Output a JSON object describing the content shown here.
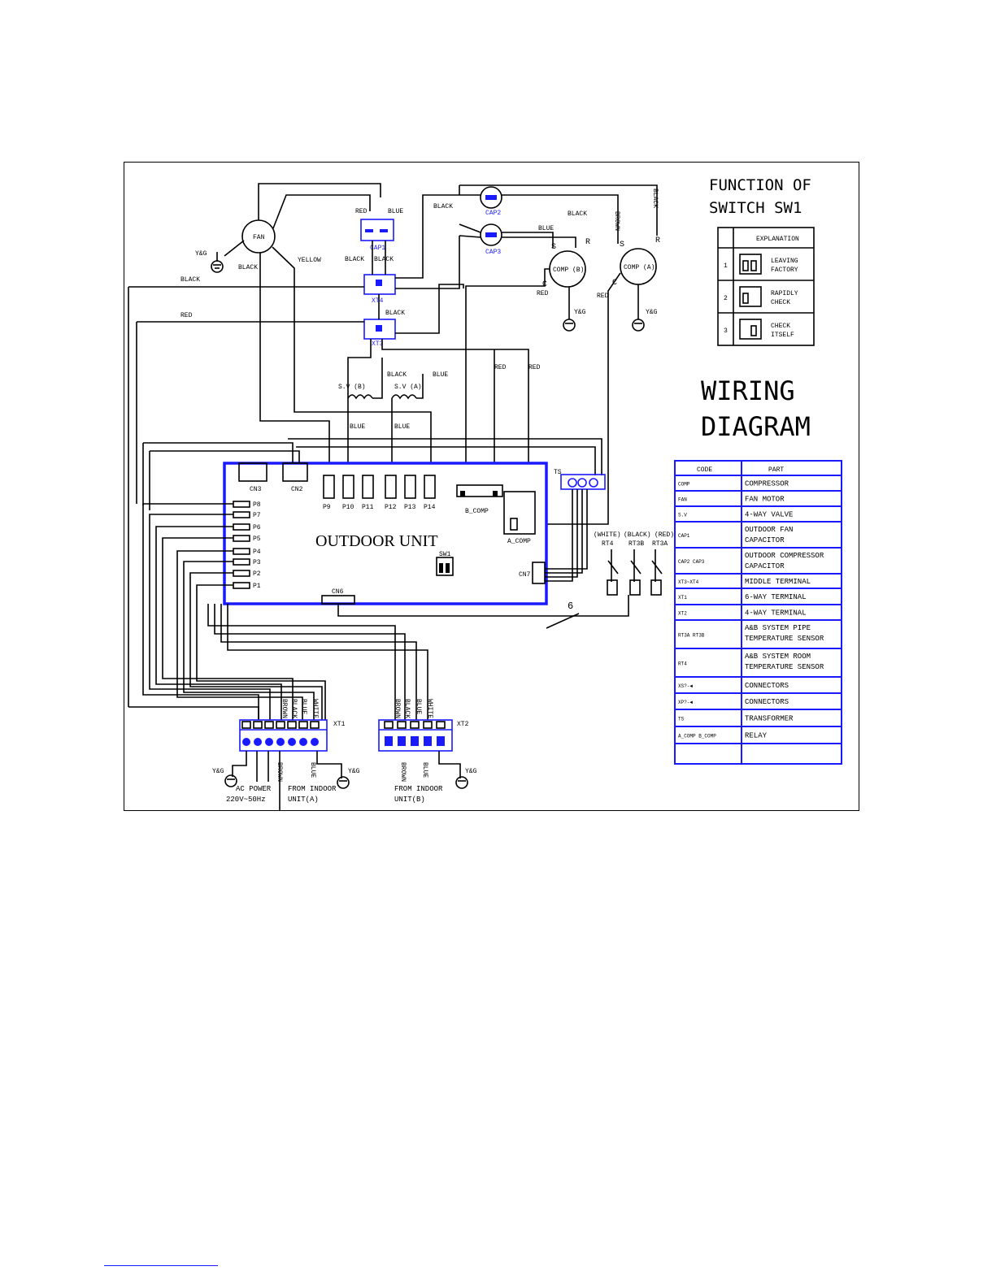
{
  "title": {
    "line1": "WIRING",
    "line2": "DIAGRAM"
  },
  "sw1": {
    "title_line1": "FUNCTION OF",
    "title_line2": "SWITCH SW1",
    "header": "EXPLANATION",
    "rows": [
      {
        "no": "1",
        "line1": "LEAVING",
        "line2": "FACTORY"
      },
      {
        "no": "2",
        "line1": "RAPIDLY",
        "line2": "CHECK"
      },
      {
        "no": "3",
        "line1": "CHECK",
        "line2": "ITSELF"
      }
    ]
  },
  "legend": {
    "header_code": "CODE",
    "header_part": "PART",
    "rows": [
      {
        "code": "COMP",
        "part": [
          "COMPRESSOR"
        ]
      },
      {
        "code": "FAN",
        "part": [
          "FAN  MOTOR"
        ]
      },
      {
        "code": "S.V",
        "part": [
          "4-WAY VALVE"
        ]
      },
      {
        "code": "CAP1",
        "part": [
          "OUTDOOR FAN",
          "CAPACITOR"
        ]
      },
      {
        "code": "CAP2  CAP3",
        "part": [
          "OUTDOOR COMPRESSOR",
          "CAPACITOR"
        ]
      },
      {
        "code": "XT3~XT4",
        "part": [
          "MIDDLE TERMINAL"
        ]
      },
      {
        "code": "XT1",
        "part": [
          "6-WAY TERMINAL"
        ]
      },
      {
        "code": "XT2",
        "part": [
          "4-WAY TERMINAL"
        ]
      },
      {
        "code": "RT3A  RT3B",
        "part": [
          "A&B SYSTEM PIPE",
          "TEMPERATURE SENSOR"
        ]
      },
      {
        "code": "RT4",
        "part": [
          "A&B SYSTEM ROOM",
          "TEMPERATURE SENSOR"
        ]
      },
      {
        "code": "XS?-◄",
        "part": [
          "CONNECTORS"
        ]
      },
      {
        "code": "XP?-◄",
        "part": [
          "CONNECTORS"
        ]
      },
      {
        "code": "TS",
        "part": [
          "TRANSFORMER"
        ]
      },
      {
        "code": "A_COMP  B_COMP",
        "part": [
          "RELAY"
        ]
      },
      {
        "code": "",
        "part": [
          ""
        ]
      }
    ]
  },
  "board": {
    "label": "OUTDOOR UNIT",
    "cn_top": [
      "CN3",
      "CN2"
    ],
    "relay_pins": [
      "P9",
      "P10",
      "P11",
      "P12",
      "P13",
      "P14"
    ],
    "left_pins": [
      "P8",
      "P7",
      "P6",
      "P5",
      "P4",
      "P3",
      "P2",
      "P1"
    ],
    "relays": [
      "B_COMP",
      "A_COMP"
    ],
    "sw1": "SW1",
    "cn6": "CN6",
    "cn7": "CN7",
    "ts": "TS"
  },
  "components": {
    "fan": "FAN",
    "cap1": "CAP1",
    "cap2": "CAP2",
    "cap3": "CAP3",
    "comp_b": "COMP (B)",
    "comp_a": "COMP (A)",
    "xt4": "XT4",
    "xt3": "XT3",
    "sv_b": "S.V (B)",
    "sv_a": "S.V (A)",
    "xt1": "XT1",
    "xt2": "XT2",
    "s": "S",
    "r": "R",
    "c": "C"
  },
  "wire_labels": {
    "black": "BLACK",
    "blue": "BLUE",
    "red": "RED",
    "yellow": "YELLOW",
    "white": "WHITE",
    "brown": "BROWN",
    "yg": "Y&G"
  },
  "sensors": {
    "label1": "(WHITE)",
    "label2": "(BLACK)",
    "label3": "(RED)",
    "rt4": "RT4",
    "rt3b": "RT3B",
    "rt3a": "RT3A"
  },
  "bottom_labels": {
    "ac_power": "AC POWER",
    "ac_spec": "220V~50Hz",
    "from_a_1": "FROM INDOOR",
    "from_a_2": "UNIT(A)",
    "from_b_1": "FROM INDOOR",
    "from_b_2": "UNIT(B)",
    "six": "6"
  }
}
